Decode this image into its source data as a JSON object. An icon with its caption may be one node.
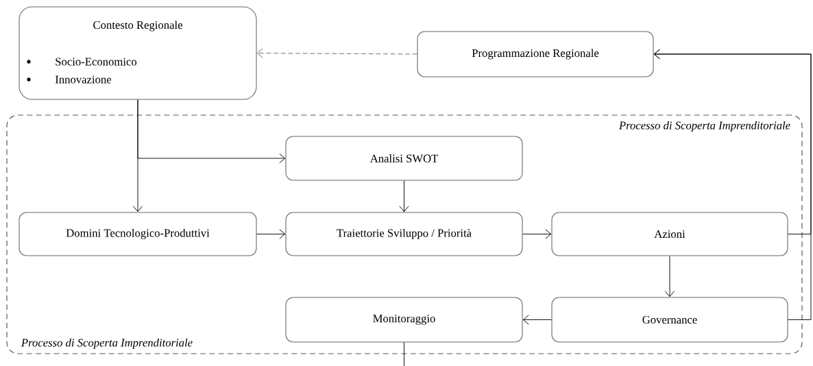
{
  "diagram": {
    "nodes": [
      {
        "text": [
          "Contesto Regionale",
          "Socio-Economico",
          "Innovazione"
        ]
      },
      {
        "text": [
          "Programmazione Regionale"
        ]
      },
      {
        "text": [
          "Processo di Scoperta Imprenditoriale",
          "Processo di Scoperta Imprenditoriale"
        ]
      },
      {
        "text": [
          "Analisi SWOT"
        ],
        "in": 2
      },
      {
        "text": [
          "Domini Tecnologico-Produttivi"
        ],
        "in": 2
      },
      {
        "text": [
          "Traiettorie Sviluppo / Priorità"
        ],
        "in": 2
      },
      {
        "text": [
          "Azioni"
        ],
        "in": 2
      },
      {
        "text": [
          "Monitoraggio"
        ],
        "in": 2
      },
      {
        "text": [
          "Governance"
        ],
        "in": 2
      }
    ],
    "edges": [
      {
        "from": 1,
        "to": 0,
        "arrow": "to",
        "style": "dashed",
        "color": "#666666"
      },
      {
        "from": 0,
        "to": 4,
        "arrow": "to"
      },
      {
        "from": 0,
        "to": 3,
        "arrow": "to"
      },
      {
        "from": 3,
        "to": 5,
        "arrow": "to"
      },
      {
        "from": 4,
        "to": 5,
        "arrow": "to"
      },
      {
        "from": 5,
        "to": 6,
        "arrow": "to"
      },
      {
        "from": 6,
        "to": 8,
        "arrow": "to"
      },
      {
        "from": 8,
        "to": 7,
        "arrow": "to"
      },
      {
        "from": 6,
        "to": 1,
        "arrow": "to"
      },
      {
        "from": 8,
        "to": 1,
        "arrow": "to"
      },
      {
        "from": 7,
        "to": null,
        "arrow": "none"
      }
    ]
  }
}
